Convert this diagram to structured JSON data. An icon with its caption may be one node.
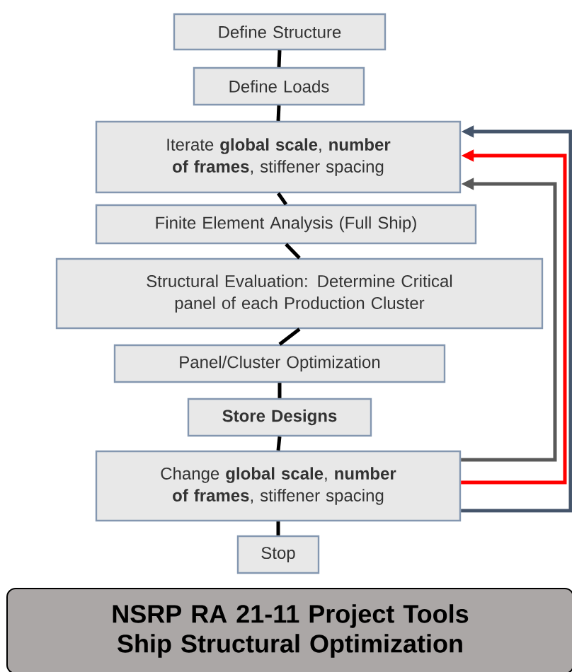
{
  "diagram": {
    "title": "NSRP RA 21-11 Project Tools Ship Structural Optimization",
    "nodes": [
      {
        "text": [
          "Define Structure"
        ]
      },
      {
        "text": [
          "Define Loads"
        ]
      },
      {
        "text": [
          "Iterate **global scale**, **number of frames**, stiffener spacing"
        ]
      },
      {
        "text": [
          "Finite Element Analysis (Full Ship)"
        ]
      },
      {
        "text": [
          "Structural Evaluation: Determine Critical panel of each Production Cluster"
        ]
      },
      {
        "text": [
          "Panel/Cluster Optimization"
        ]
      },
      {
        "text": [
          "**Store Designs**"
        ]
      },
      {
        "text": [
          "Change **global scale**, **number of frames**, stiffener spacing"
        ]
      },
      {
        "text": [
          "Stop"
        ]
      }
    ],
    "edges": [
      {
        "from": 0,
        "to": 1,
        "arrow": "none"
      },
      {
        "from": 1,
        "to": 2,
        "arrow": "none"
      },
      {
        "from": 2,
        "to": 3,
        "arrow": "none"
      },
      {
        "from": 3,
        "to": 4,
        "arrow": "none"
      },
      {
        "from": 4,
        "to": 5,
        "arrow": "none"
      },
      {
        "from": 5,
        "to": 6,
        "arrow": "none"
      },
      {
        "from": 6,
        "to": 7,
        "arrow": "none"
      },
      {
        "from": 7,
        "to": 8,
        "arrow": "none"
      },
      {
        "from": 7,
        "to": 2,
        "arrow": "to",
        "color": "#595959"
      },
      {
        "from": 7,
        "to": 2,
        "arrow": "to",
        "color": "#ff0000"
      },
      {
        "from": 7,
        "to": 2,
        "arrow": "to",
        "color": "#44546a"
      }
    ]
  }
}
